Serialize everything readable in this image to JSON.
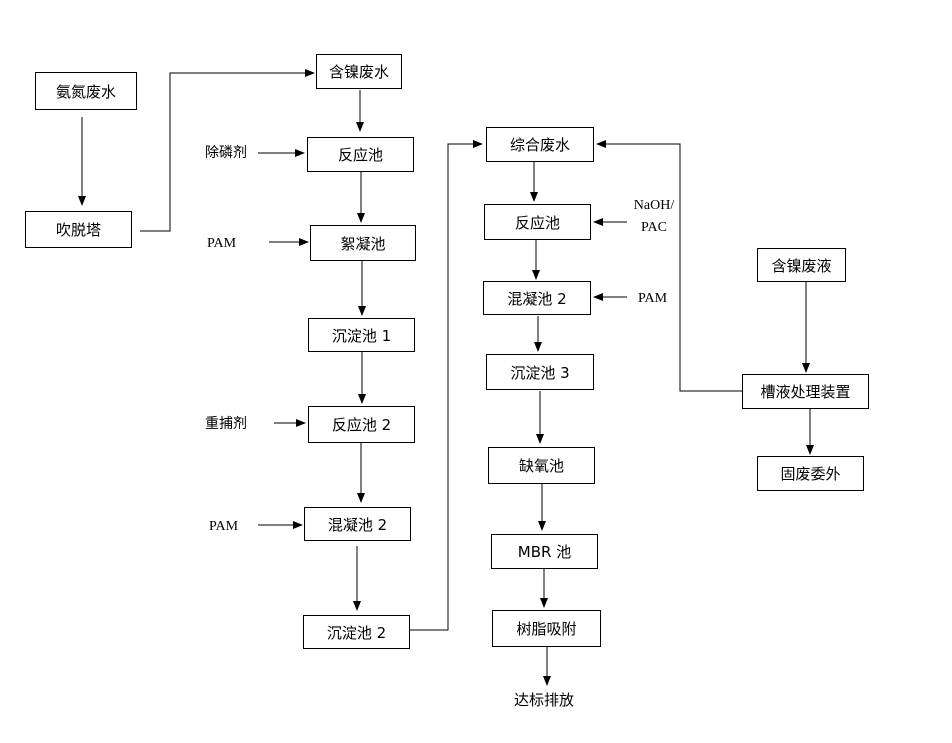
{
  "nodes": {
    "ammonia_wastewater": "氨氮废水",
    "stripping_tower": "吹脱塔",
    "nickel_wastewater": "含镍废水",
    "reaction_tank": "反应池",
    "flocculation_tank": "絮凝池",
    "sedimentation_1": "沉淀池 1",
    "reaction_tank_2": "反应池 2",
    "coagulation_2": "混凝池 2",
    "sedimentation_2": "沉淀池 2",
    "combined_wastewater": "综合废水",
    "reaction_tank_b": "反应池",
    "coagulation_2b": "混凝池 2",
    "sedimentation_3": "沉淀池 3",
    "anoxic_tank": "缺氧池",
    "mbr_tank": "MBR 池",
    "resin_adsorption": "树脂吸附",
    "nickel_waste_liquid": "含镍废液",
    "bath_treatment": "槽液处理装置",
    "solid_waste_outsourced": "固废委外"
  },
  "labels": {
    "phosphorus_remover": "除磷剂",
    "pam_1": "PAM",
    "heavy_metal_capture": "重捕剂",
    "pam_2": "PAM",
    "naoh_pac_line1": "NaOH/",
    "naoh_pac_line2": "PAC",
    "pam_3": "PAM",
    "discharge": "达标排放"
  }
}
